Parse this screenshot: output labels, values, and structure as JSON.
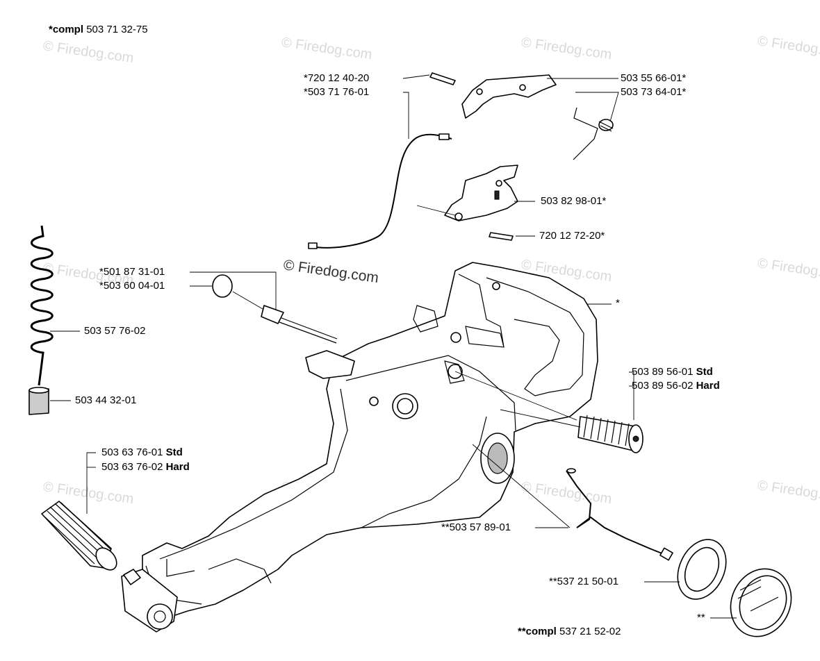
{
  "watermark": "© Firedog.com",
  "labels": {
    "compl_top_prefix": "*compl",
    "compl_top_number": "503 71 32-75",
    "p_720124020": "*720 12 40-20",
    "p_503717601": "*503 71 76-01",
    "p_503556601": "503 55 66-01*",
    "p_503736401": "503 73 64-01*",
    "p_503829801": "503 82 98-01*",
    "p_720127220": "720 12 72-20*",
    "p_501873101": "*501 87 31-01",
    "p_503600401": "*503 60 04-01",
    "p_503577602": "503 57 76-02",
    "p_503443201": "503 44 32-01",
    "star": "*",
    "p_503895601": "503 89 56-01",
    "p_503895602": "503 89 56-02",
    "p_503637601": "503 63 76-01",
    "p_503637602": "503 63 76-02",
    "std": "Std",
    "hard": "Hard",
    "p_503578901": "**503 57 89-01",
    "p_537215001": "**537 21 50-01",
    "double_star": "**",
    "compl_bottom_prefix": "**compl",
    "compl_bottom_number": "537 21 52-02"
  }
}
